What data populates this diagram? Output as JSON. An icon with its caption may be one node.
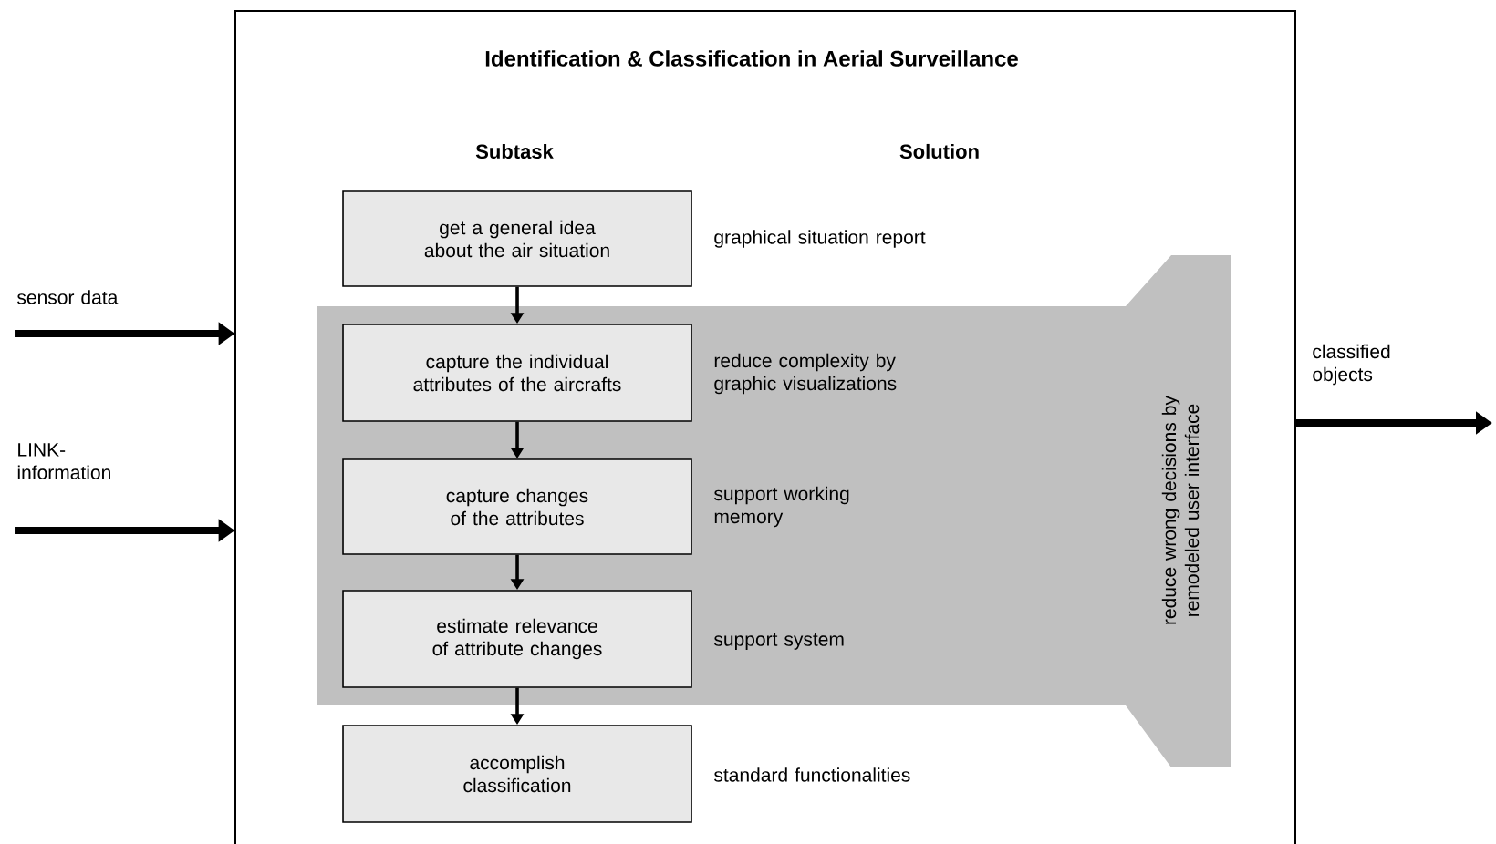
{
  "diagram": {
    "nodes": [
      {
        "text": [
          "Identification & Classification in Aerial Surveillance"
        ]
      },
      {
        "text": [
          "sensor data"
        ]
      },
      {
        "text": [
          "LINK- information"
        ]
      },
      {
        "text": [
          "classified objects"
        ]
      },
      {
        "text": [
          "reduce wrong decisions by remodeled user interface"
        ],
        "in": 0
      },
      {
        "text": [
          "get a general idea about the air situation"
        ],
        "beside": [
          "graphical situation report"
        ],
        "in": 0
      },
      {
        "text": [
          "capture the individual attributes of the aircrafts"
        ],
        "beside": [
          "reduce complexity by graphic visualizations"
        ],
        "in": 4
      },
      {
        "text": [
          "capture changes of the attributes"
        ],
        "beside": [
          "support working memory"
        ],
        "in": 4
      },
      {
        "text": [
          "estimate relevance of attribute changes"
        ],
        "beside": [
          "support system"
        ],
        "in": 4
      },
      {
        "text": [
          "accomplish classification"
        ],
        "beside": [
          "standard functionalities"
        ],
        "in": 0
      }
    ],
    "edges": [
      {
        "from": 1,
        "to": 0,
        "arrow": "to",
        "style": "thick"
      },
      {
        "from": 2,
        "to": 0,
        "arrow": "to",
        "style": "thick"
      },
      {
        "from": 0,
        "to": 3,
        "arrow": "to",
        "style": "thick"
      },
      {
        "from": 5,
        "to": 6,
        "arrow": "to"
      },
      {
        "from": 6,
        "to": 7,
        "arrow": "to"
      },
      {
        "from": 7,
        "to": 8,
        "arrow": "to"
      },
      {
        "from": 8,
        "to": 9,
        "arrow": "to"
      }
    ],
    "labels": [
      "Subtask",
      "Solution"
    ]
  }
}
